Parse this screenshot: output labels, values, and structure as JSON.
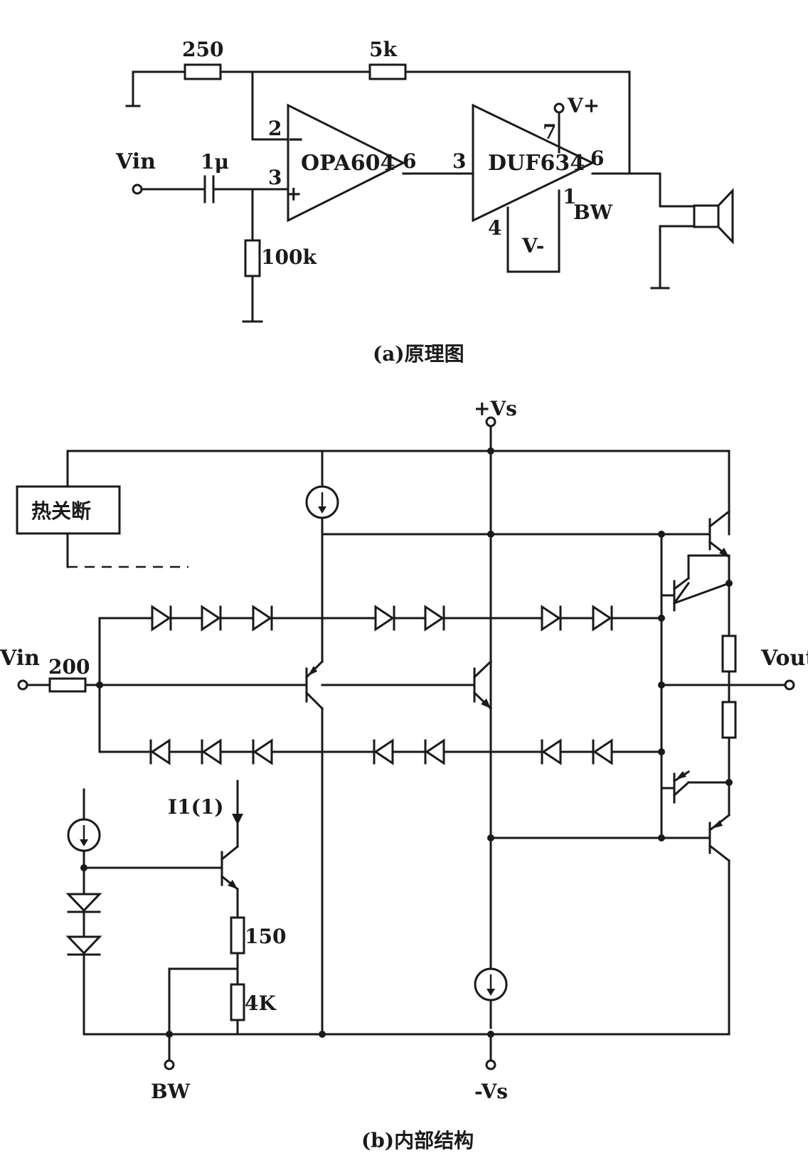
{
  "figure_a": {
    "caption": "(a)原理图",
    "feedback_resistor_ground": "250",
    "feedback_resistor": "5k",
    "input_label": "Vin",
    "input_capacitor": "1μ",
    "input_resistor": "100k",
    "opamp_name": "OPA604",
    "opamp_pin_inverting": "2",
    "opamp_pin_noninverting": "3",
    "opamp_pin_output": "6",
    "opamp_minus_sign": "−",
    "opamp_plus_sign": "+",
    "buffer_name": "DUF634",
    "buffer_pin_input": "3",
    "buffer_pin_output": "6",
    "buffer_pin_vplus": "7",
    "buffer_pin_vminus": "4",
    "buffer_pin_bw": "1",
    "label_vplus": "V+",
    "label_vminus": "V-",
    "label_bw": "BW"
  },
  "figure_b": {
    "caption": "(b)内部结构",
    "label_vs_plus": "+Vs",
    "label_vs_minus": "-Vs",
    "label_vin": "Vin",
    "label_vout": "Vout",
    "input_resistor": "200",
    "thermal_shutdown": "热关断",
    "current_label": "I1(1)",
    "resistor_150": "150",
    "resistor_4k": "4K",
    "label_bw": "BW"
  }
}
